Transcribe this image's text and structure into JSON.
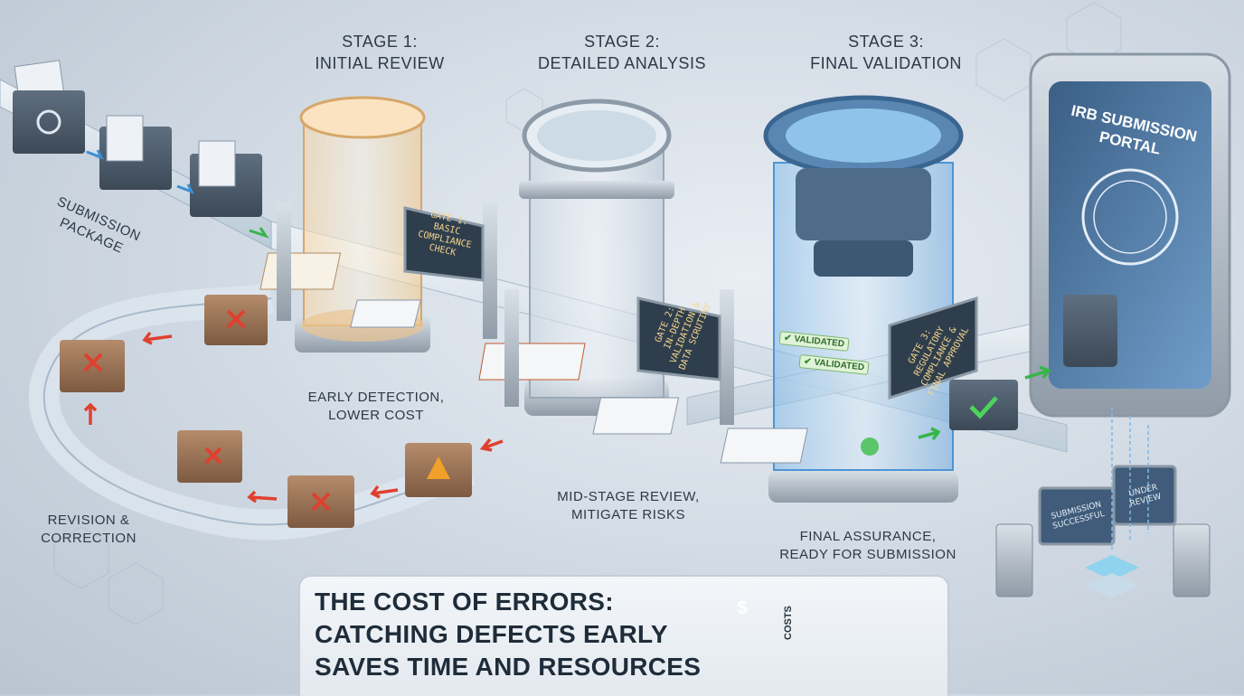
{
  "stages": [
    {
      "title_line1": "STAGE 1:",
      "title_line2": "INITIAL REVIEW"
    },
    {
      "title_line1": "STAGE 2:",
      "title_line2": "DETAILED ANALYSIS"
    },
    {
      "title_line1": "STAGE 3:",
      "title_line2": "FINAL VALIDATION"
    }
  ],
  "gates": [
    {
      "line1": "GATE 1:",
      "line2": "BASIC",
      "line3": "COMPLIANCE",
      "line4": "CHECK"
    },
    {
      "line1": "GATE 2:",
      "line2": "IN-DEPTH",
      "line3": "VALIDATION &",
      "line4": "DATA SCRUTINY"
    },
    {
      "line1": "GATE 3:",
      "line2": "REGULATORY",
      "line3": "COMPLIANCE &",
      "line4": "FINAL APPROVAL"
    }
  ],
  "labels": {
    "submission_line1": "SUBMISSION",
    "submission_line2": "PACKAGE",
    "early_line1": "EARLY DETECTION,",
    "early_line2": "LOWER COST",
    "mid_line1": "MID-STAGE REVIEW,",
    "mid_line2": "MITIGATE RISKS",
    "final_line1": "FINAL ASSURANCE,",
    "final_line2": "READY FOR SUBMISSION",
    "revision_line1": "REVISION &",
    "revision_line2": "CORRECTION"
  },
  "validated_badges": [
    "VALIDATED",
    "VALIDATED"
  ],
  "portal": {
    "line1": "IRB SUBMISSION",
    "line2": "PORTAL"
  },
  "monitors": {
    "left_line1": "SUBMISSION",
    "left_line2": "SUCCESSFUL",
    "right_line1": "UNDER",
    "right_line2": "REVIEW"
  },
  "banner": {
    "line1": "THE COST OF ERRORS:",
    "line2": "CATCHING DEFECTS EARLY",
    "line3": "SAVES TIME AND RESOURCES",
    "dollar": "$",
    "costs_label": "COSTS"
  },
  "colors": {
    "accent_blue": "#3d8fd6",
    "arrow_green": "#37b54a",
    "arrow_red": "#e0402f",
    "gate_text": "#f4d58c"
  }
}
